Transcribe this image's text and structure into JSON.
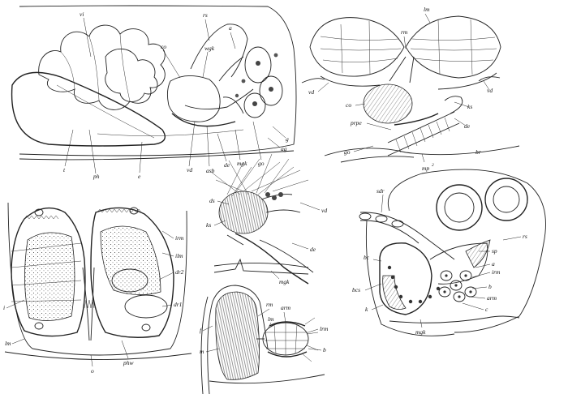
{
  "figA": {
    "labels": [
      "vi",
      "rs",
      "a",
      "co",
      "wgk",
      "t",
      "ph",
      "e",
      "vd",
      "asb",
      "de",
      "mgk",
      "go",
      "ag",
      "g"
    ]
  },
  "figB": {
    "labels": [
      "lm",
      "rm",
      "vd",
      "vd",
      "co",
      "ks",
      "prpe",
      "de",
      "go",
      "br",
      "mp"
    ],
    "mp_sup": "2"
  },
  "figC": {
    "labels": [
      "irm",
      "ilm",
      "dr2",
      "dr1",
      "i",
      "lm",
      "o",
      "phw"
    ]
  },
  "figD": {
    "labels": [
      "ds",
      "ks",
      "vd",
      "de",
      "mgk"
    ]
  },
  "figE": {
    "labels": [
      "rm",
      "arm",
      "lrm",
      "lm",
      "m",
      "b",
      "f"
    ]
  },
  "figF": {
    "labels": [
      "sdr",
      "rs",
      "sp",
      "a",
      "irm",
      "bc",
      "bcs",
      "k",
      "b",
      "arm",
      "c",
      "mgk"
    ]
  }
}
